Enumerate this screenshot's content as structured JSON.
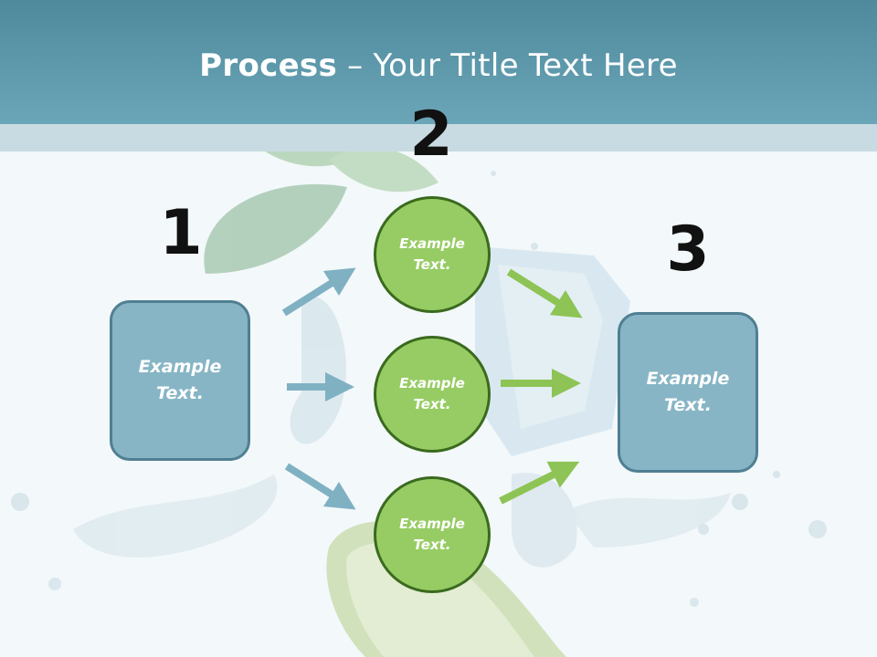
{
  "slide": {
    "title_bold": "Process",
    "title_rest": " – Your Title Text Here"
  },
  "steps": {
    "num1": "1",
    "num2": "2",
    "num3": "3"
  },
  "left_box": {
    "text": "Example Text."
  },
  "circles": [
    {
      "text": "Example Text."
    },
    {
      "text": "Example Text."
    },
    {
      "text": "Example Text."
    }
  ],
  "right_box": {
    "text": "Example Text."
  },
  "colors": {
    "header": "#5f9aad",
    "box_fill": "#87b5c5",
    "box_border": "#4f7f92",
    "circle_fill": "#97cc64",
    "circle_border": "#3a6a1e",
    "blue_arrow": "#7fb1c3",
    "green_arrow": "#8dc455"
  }
}
